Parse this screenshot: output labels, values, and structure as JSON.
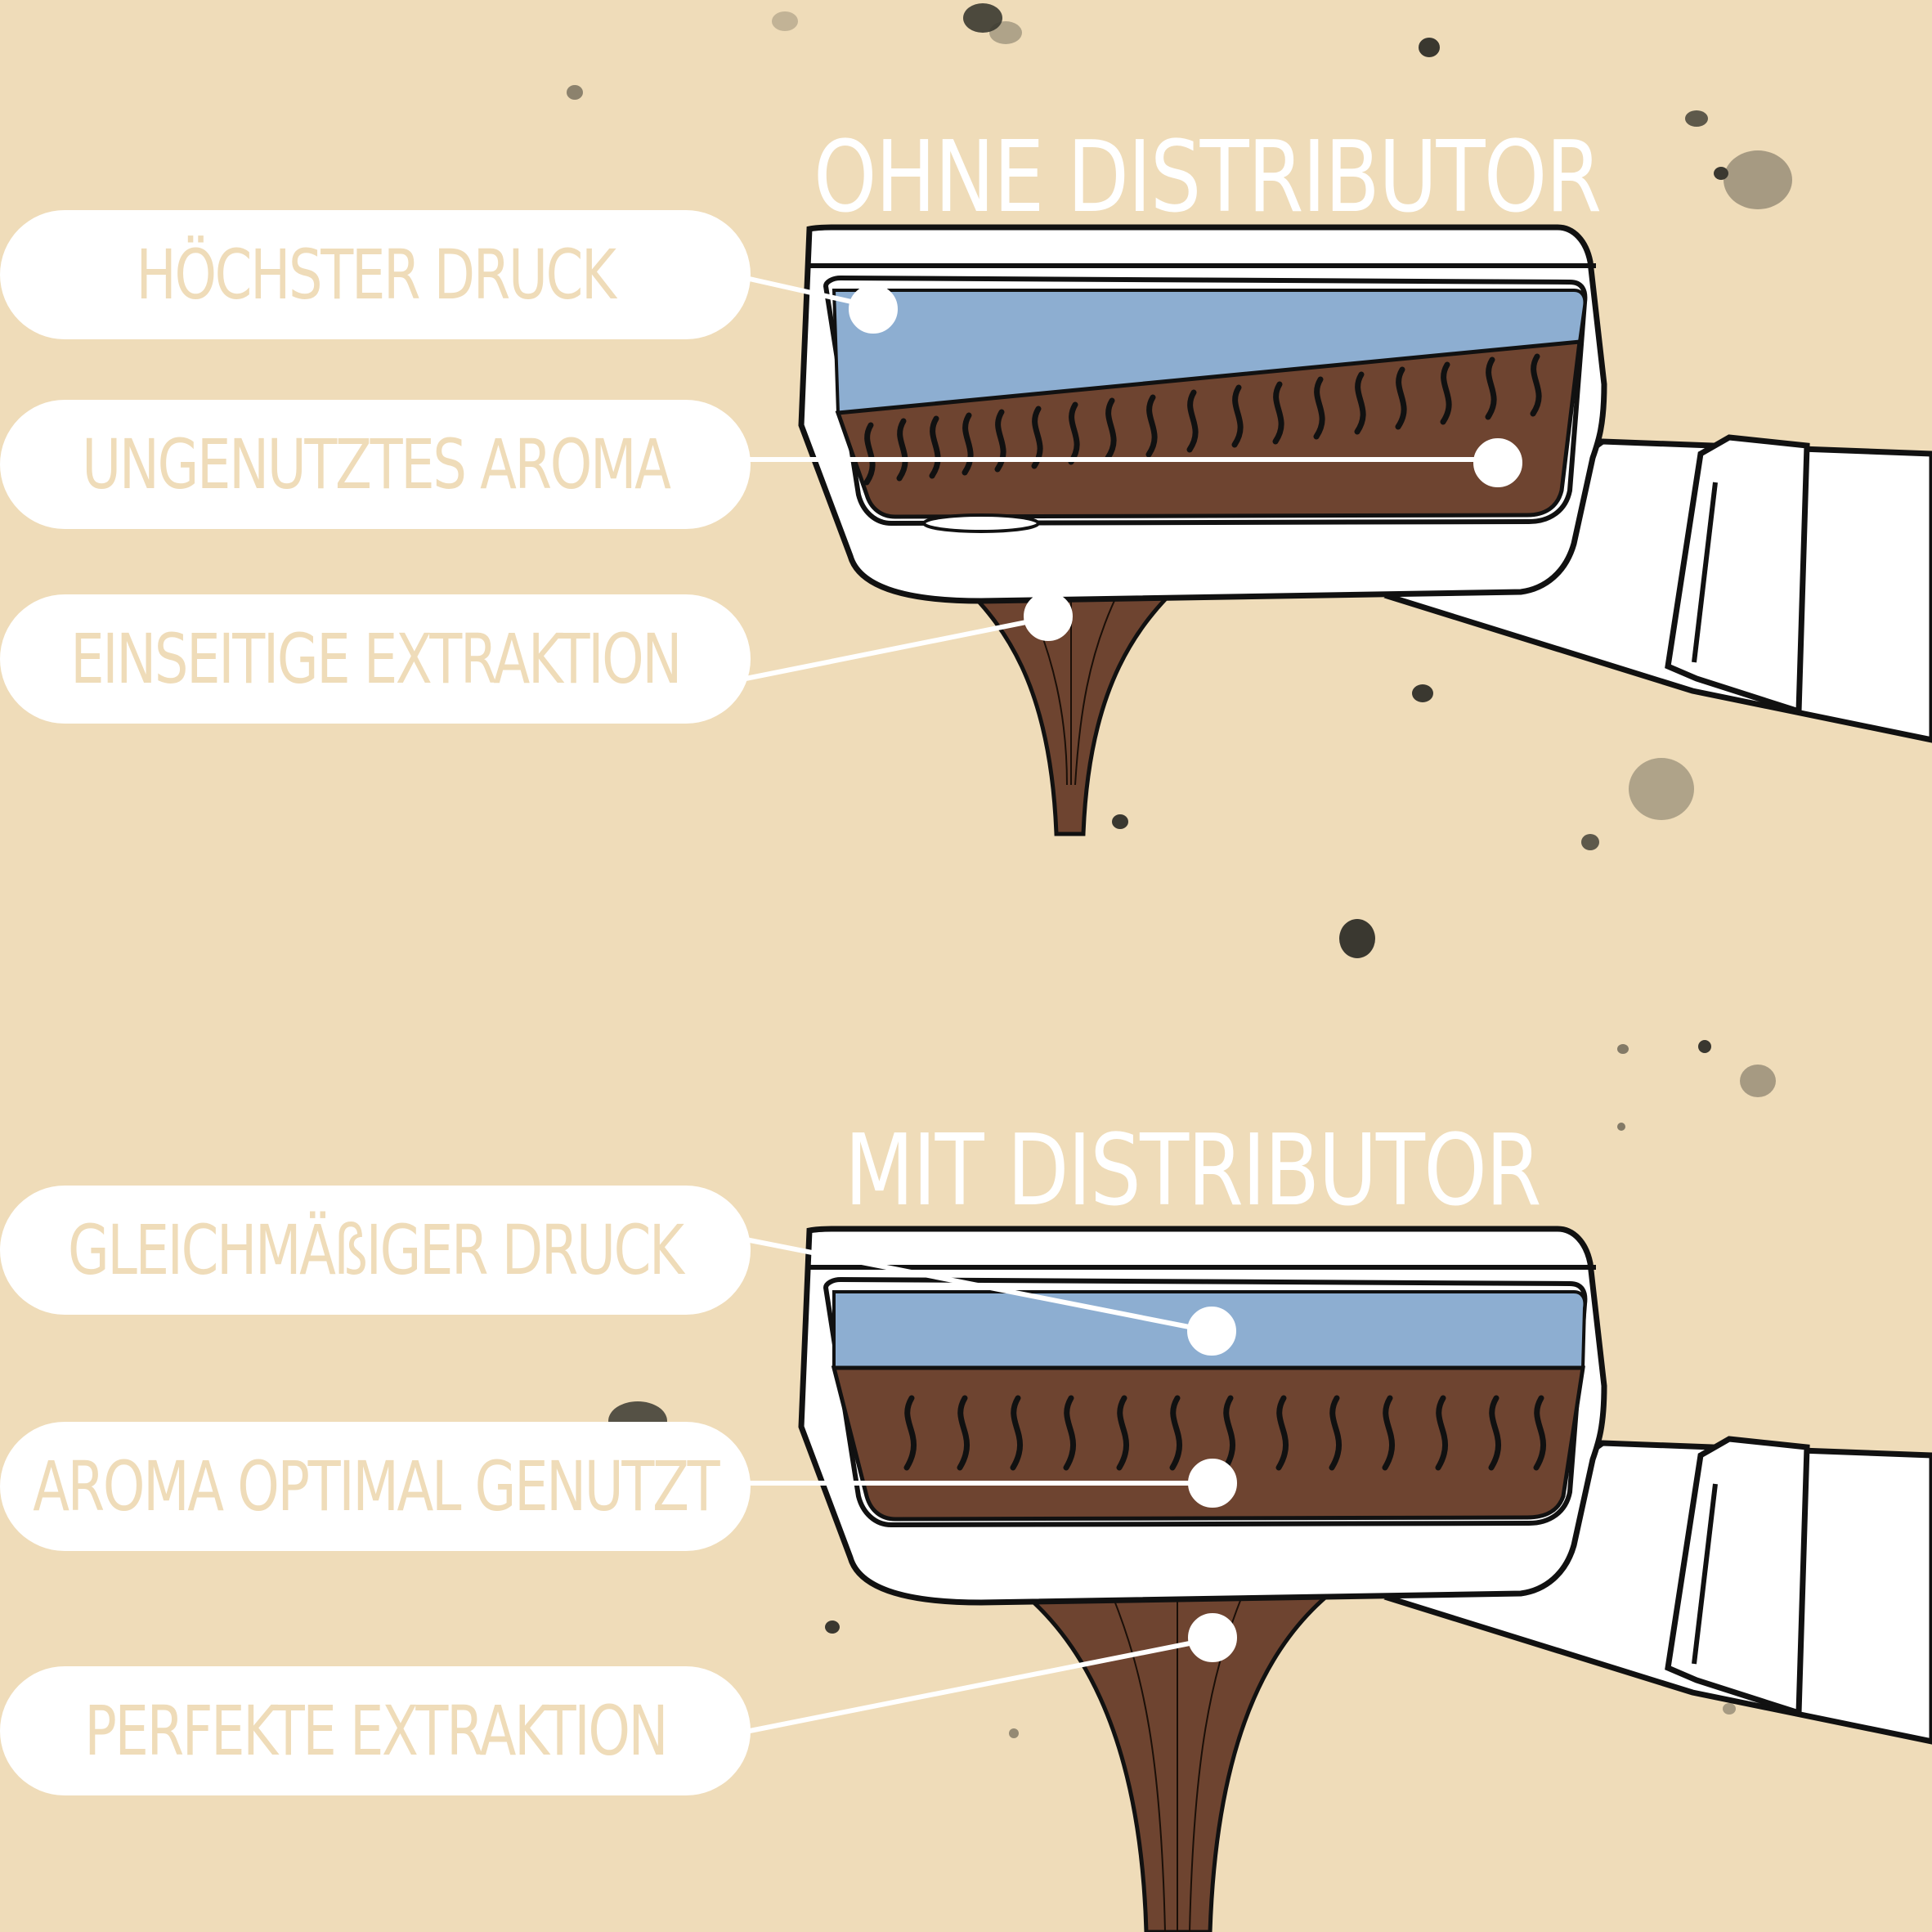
{
  "colors": {
    "background": "#efdcb9",
    "pill_fill": "#ffffff",
    "pill_text": "#efdcb9",
    "water": "#8daed1",
    "coffee": "#6e4430",
    "outline": "#111111",
    "specks": "#3a3830"
  },
  "top": {
    "title": "OHNE DISTRIBUTOR",
    "labels": [
      {
        "text": "HÖCHSTER DRUCK"
      },
      {
        "text": "UNGENUTZTES AROMA"
      },
      {
        "text": "EINSEITIGE EXTRAKTION"
      }
    ]
  },
  "bottom": {
    "title": "MIT DISTRIBUTOR",
    "labels": [
      {
        "text": "GLEICHMÄßIGER DRUCK"
      },
      {
        "text": "AROMA OPTIMAL GENUTZT"
      },
      {
        "text": "PERFEKTE EXTRAKTION"
      }
    ]
  }
}
